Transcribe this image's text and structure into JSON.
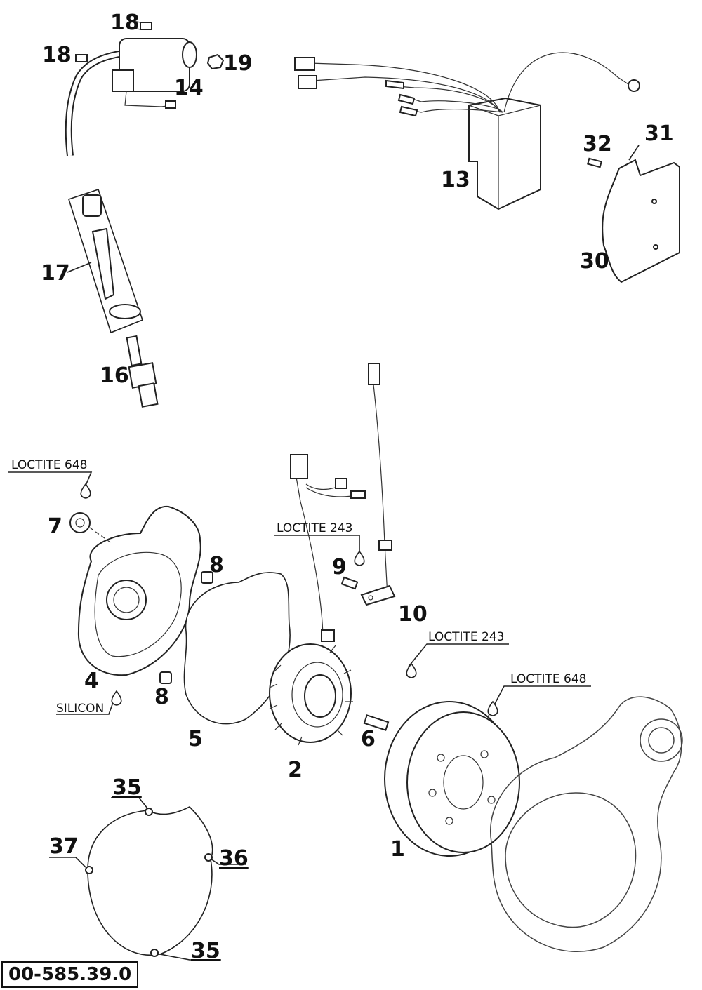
{
  "diagram": {
    "reference_code": "00-585.39.0",
    "parts": {
      "p1": "1",
      "p2": "2",
      "p4": "4",
      "p5": "5",
      "p6": "6",
      "p7": "7",
      "p8a": "8",
      "p8b": "8",
      "p9": "9",
      "p10": "10",
      "p13": "13",
      "p14": "14",
      "p16": "16",
      "p17": "17",
      "p18a": "18",
      "p18b": "18",
      "p19": "19",
      "p30": "30",
      "p31": "31",
      "p32": "32",
      "p35a": "35",
      "p35b": "35",
      "p36": "36",
      "p37": "37"
    },
    "notes": {
      "loctite_648_cover": "LOCTITE 648",
      "loctite_243_pickup": "LOCTITE 243",
      "loctite_243_rotor": "LOCTITE 243",
      "loctite_648_rotor": "LOCTITE 648",
      "silicon": "SILICON"
    }
  }
}
